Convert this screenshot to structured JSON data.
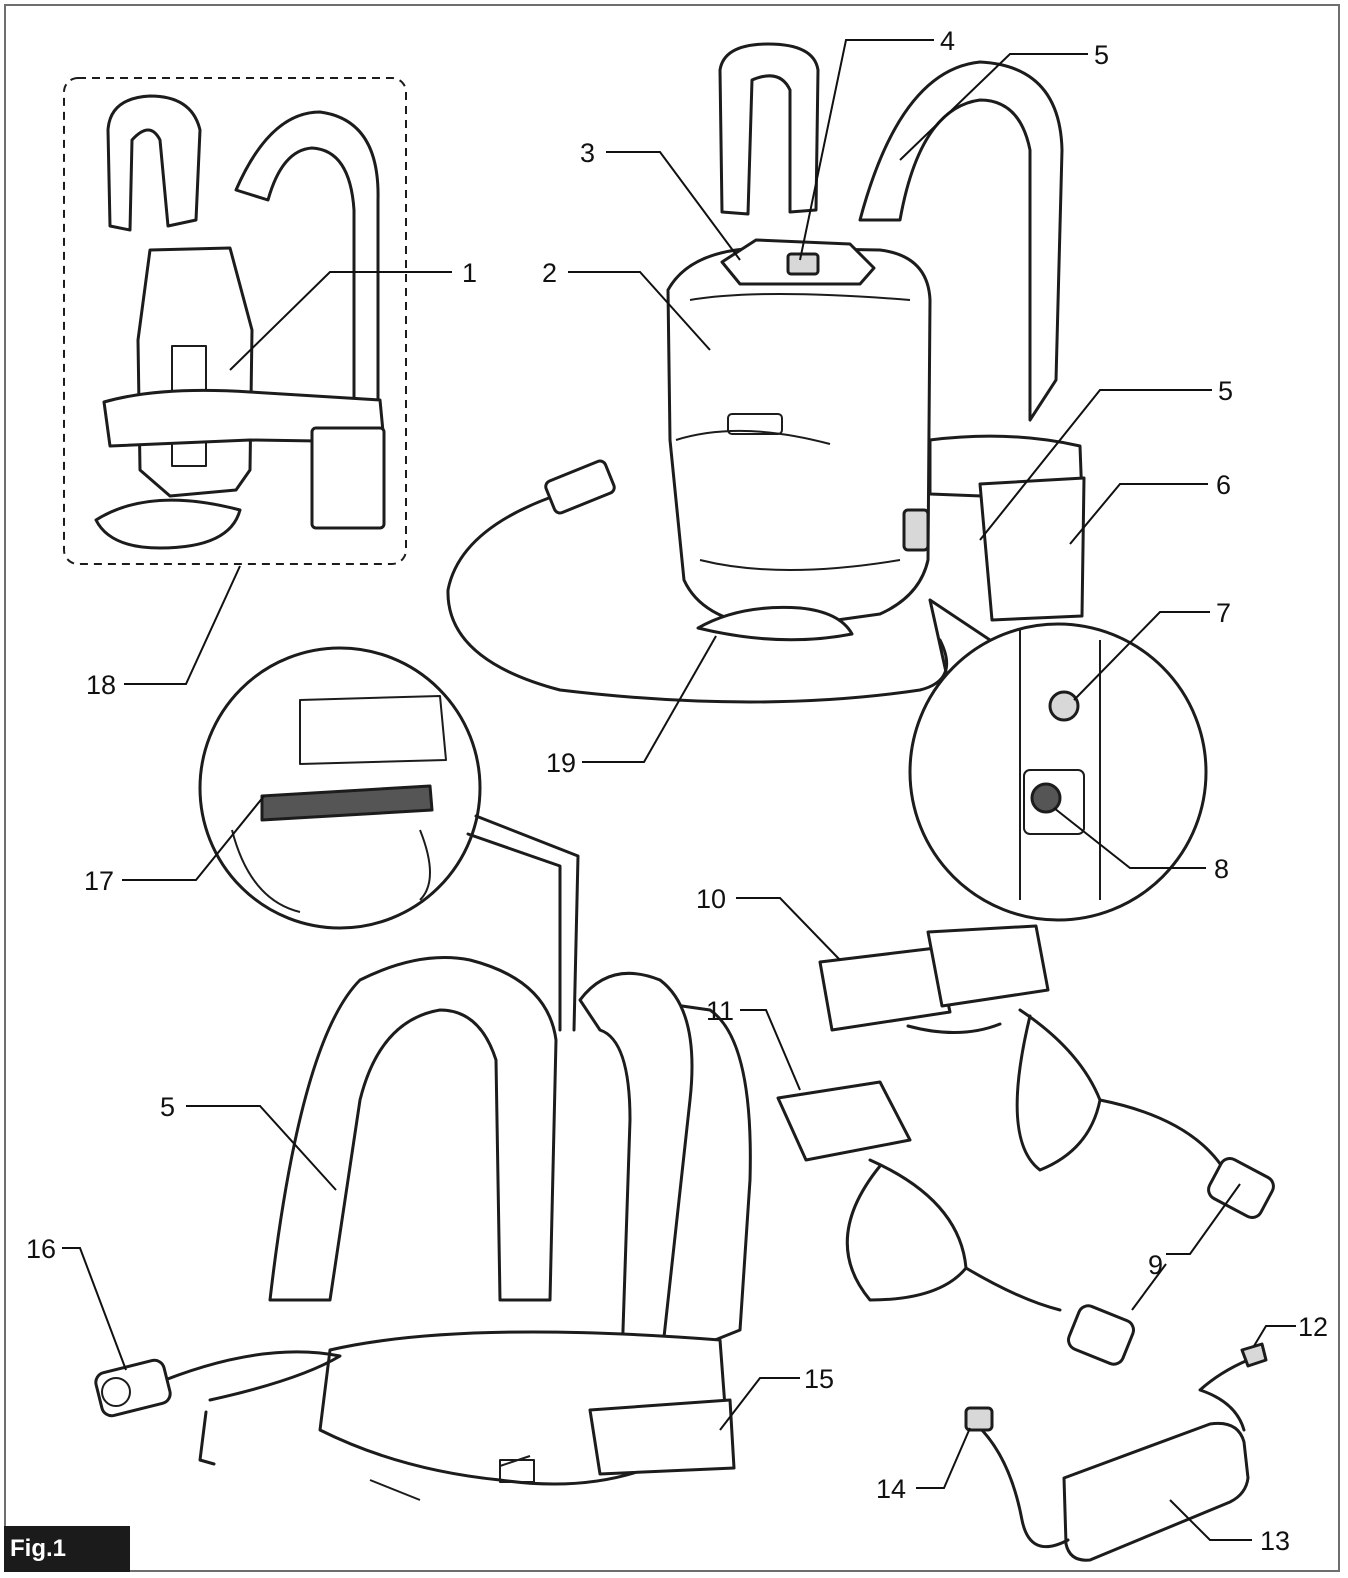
{
  "figure": {
    "tag": "Fig.1",
    "callouts": [
      {
        "id": "c1",
        "text": "1"
      },
      {
        "id": "c2",
        "text": "2"
      },
      {
        "id": "c3",
        "text": "3"
      },
      {
        "id": "c4",
        "text": "4"
      },
      {
        "id": "c5a",
        "text": "5"
      },
      {
        "id": "c5b",
        "text": "5"
      },
      {
        "id": "c5c",
        "text": "5"
      },
      {
        "id": "c6",
        "text": "6"
      },
      {
        "id": "c7",
        "text": "7"
      },
      {
        "id": "c8",
        "text": "8"
      },
      {
        "id": "c9a",
        "text": "9"
      },
      {
        "id": "c9b",
        "text": "9"
      },
      {
        "id": "c10",
        "text": "10"
      },
      {
        "id": "c11",
        "text": "11"
      },
      {
        "id": "c12",
        "text": "12"
      },
      {
        "id": "c13",
        "text": "13"
      },
      {
        "id": "c14",
        "text": "14"
      },
      {
        "id": "c15",
        "text": "15"
      },
      {
        "id": "c16",
        "text": "16"
      },
      {
        "id": "c17",
        "text": "17"
      },
      {
        "id": "c18",
        "text": "18"
      },
      {
        "id": "c19",
        "text": "19"
      }
    ]
  }
}
